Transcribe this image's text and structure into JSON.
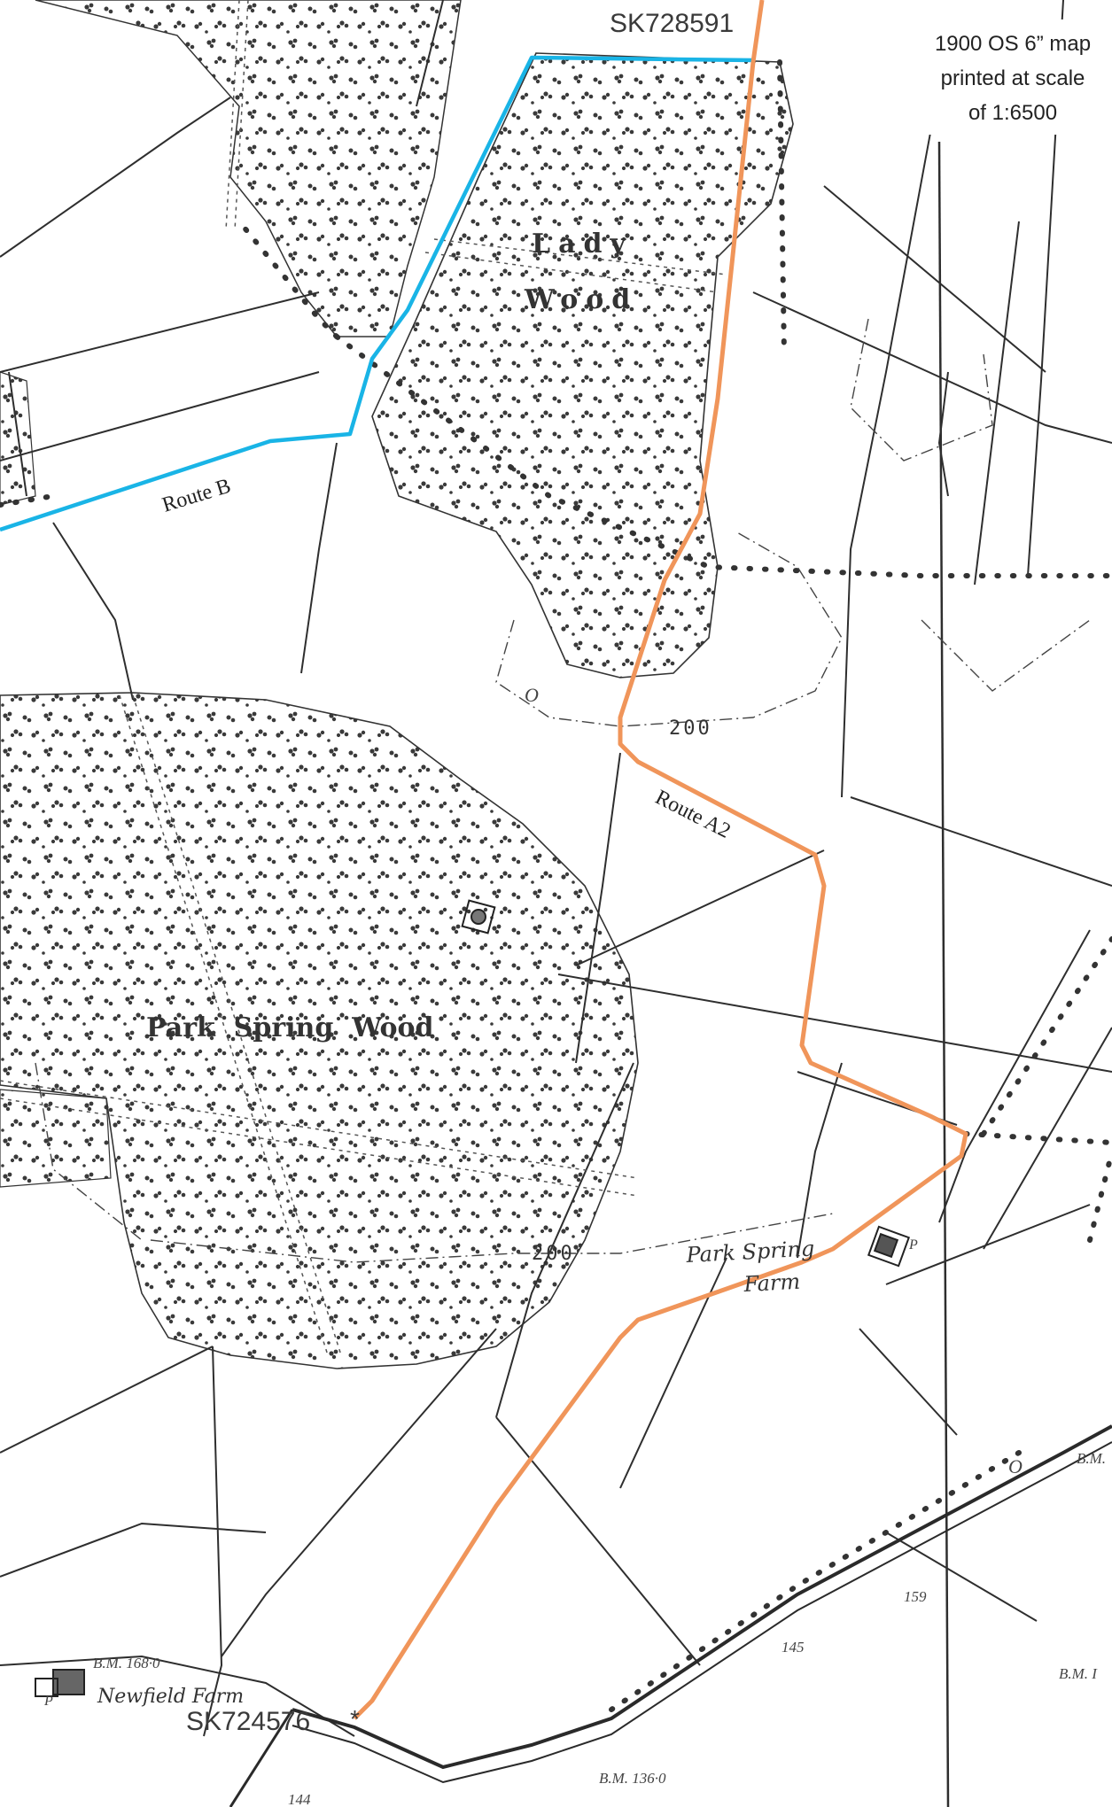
{
  "map": {
    "note_lines": [
      "1900 OS 6” map",
      "printed at scale",
      "of 1:6500"
    ],
    "grid_refs": {
      "north": "SK728591",
      "south": "SK724576"
    },
    "wood_labels": {
      "lady_1": "Lady",
      "lady_2": "Wood",
      "park_spring": "Park  Spring  Wood"
    },
    "farm_labels": {
      "park_spring_1": "Park Spring",
      "park_spring_2": "Farm",
      "newfield": "Newfield Farm"
    },
    "routes": [
      {
        "name": "Route B",
        "color": "#19b4e6"
      },
      {
        "name": "Route A2",
        "color": "#f0955a"
      }
    ],
    "contours": [
      "200",
      "200"
    ],
    "bench_marks": [
      "B.M. 168·0",
      "B.M. 136·0",
      "B.M.",
      "B.M. I"
    ],
    "spot_heights": [
      "159",
      "145",
      "144"
    ],
    "symbols": {
      "post": "P",
      "asterisk": "*",
      "o1": "O",
      "o2": "O"
    }
  }
}
